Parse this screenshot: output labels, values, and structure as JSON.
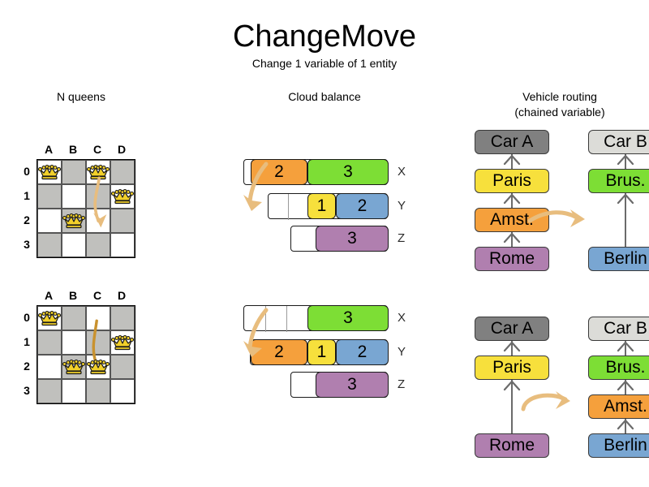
{
  "header": {
    "title": "ChangeMove",
    "subtitle": "Change 1 variable of 1 entity"
  },
  "colors": {
    "orange": "#f5a03c",
    "green": "#7dde35",
    "yellow": "#f7e03c",
    "blue": "#79a6d2",
    "purple": "#b07faf",
    "car_a_gray": "#808080",
    "car_b_gray": "#dcdcd8",
    "arrow_tan": "#e8bd7e",
    "arrow_dark": "#e09c2a",
    "board_dark": "#c0c0bd",
    "board_light": "#ffffff",
    "queen_gold": "#f2d02a"
  },
  "columns": {
    "nqueens": {
      "title": "N queens"
    },
    "cloud": {
      "title": "Cloud balance"
    },
    "vrp": {
      "title_line1": "Vehicle routing",
      "title_line2": "(chained variable)"
    }
  },
  "nqueens": {
    "files": [
      "A",
      "B",
      "C",
      "D"
    ],
    "ranks": [
      "0",
      "1",
      "2",
      "3"
    ],
    "before": {
      "queens": [
        {
          "file": "A",
          "rank": "0"
        },
        {
          "file": "C",
          "rank": "0"
        },
        {
          "file": "D",
          "rank": "1"
        },
        {
          "file": "B",
          "rank": "2"
        }
      ],
      "move": {
        "from_file": "C",
        "from_rank": "0",
        "to_file": "C",
        "to_rank": "2"
      }
    },
    "after": {
      "queens": [
        {
          "file": "A",
          "rank": "0"
        },
        {
          "file": "D",
          "rank": "1"
        },
        {
          "file": "B",
          "rank": "2"
        },
        {
          "file": "C",
          "rank": "2"
        }
      ],
      "move": {
        "from_file": "C",
        "from_rank": "0",
        "to_file": "C",
        "to_rank": "2"
      }
    }
  },
  "cloud": {
    "before": {
      "computers": [
        {
          "label": "X",
          "processes": [
            {
              "value": "2",
              "color": "#f5a03c",
              "width": 70
            },
            {
              "value": "3",
              "color": "#7dde35",
              "width": 100
            }
          ],
          "empty_width": 8,
          "dividers": []
        },
        {
          "label": "Y",
          "processes": [
            {
              "value": "1",
              "color": "#f7e03c",
              "width": 35
            },
            {
              "value": "2",
              "color": "#79a6d2",
              "width": 65
            }
          ],
          "empty_width": 48,
          "dividers": [
            24
          ]
        },
        {
          "label": "Z",
          "processes": [
            {
              "value": "3",
              "color": "#b07faf",
              "width": 90
            }
          ],
          "empty_width": 30,
          "dividers": []
        }
      ]
    },
    "after": {
      "computers": [
        {
          "label": "X",
          "processes": [
            {
              "value": "3",
              "color": "#7dde35",
              "width": 100
            }
          ],
          "empty_width": 78,
          "dividers": [
            26,
            52
          ]
        },
        {
          "label": "Y",
          "processes": [
            {
              "value": "2",
              "color": "#f5a03c",
              "width": 70
            },
            {
              "value": "1",
              "color": "#f7e03c",
              "width": 35
            },
            {
              "value": "2",
              "color": "#79a6d2",
              "width": 65
            }
          ],
          "empty_width": 0,
          "dividers": []
        },
        {
          "label": "Z",
          "processes": [
            {
              "value": "3",
              "color": "#b07faf",
              "width": 90
            }
          ],
          "empty_width": 30,
          "dividers": []
        }
      ]
    }
  },
  "vrp": {
    "before": {
      "chains": [
        {
          "vehicle": {
            "label": "Car A",
            "color": "#808080"
          },
          "stops": [
            {
              "label": "Paris",
              "color": "#f7e03c"
            },
            {
              "label": "Amst.",
              "color": "#f5a03c"
            },
            {
              "label": "Rome",
              "color": "#b07faf"
            }
          ]
        },
        {
          "vehicle": {
            "label": "Car B",
            "color": "#dcdcd8"
          },
          "stops": [
            {
              "label": "Brus.",
              "color": "#7dde35"
            },
            {
              "label": "Berlin",
              "color": "#79a6d2"
            }
          ]
        }
      ],
      "moved_stop": "Amst."
    },
    "after": {
      "chains": [
        {
          "vehicle": {
            "label": "Car A",
            "color": "#808080"
          },
          "stops": [
            {
              "label": "Paris",
              "color": "#f7e03c"
            },
            {
              "label": "Rome",
              "color": "#b07faf"
            }
          ]
        },
        {
          "vehicle": {
            "label": "Car B",
            "color": "#dcdcd8"
          },
          "stops": [
            {
              "label": "Brus.",
              "color": "#7dde35"
            },
            {
              "label": "Amst.",
              "color": "#f5a03c"
            },
            {
              "label": "Berlin",
              "color": "#79a6d2"
            }
          ]
        }
      ],
      "moved_stop": "Amst."
    }
  }
}
